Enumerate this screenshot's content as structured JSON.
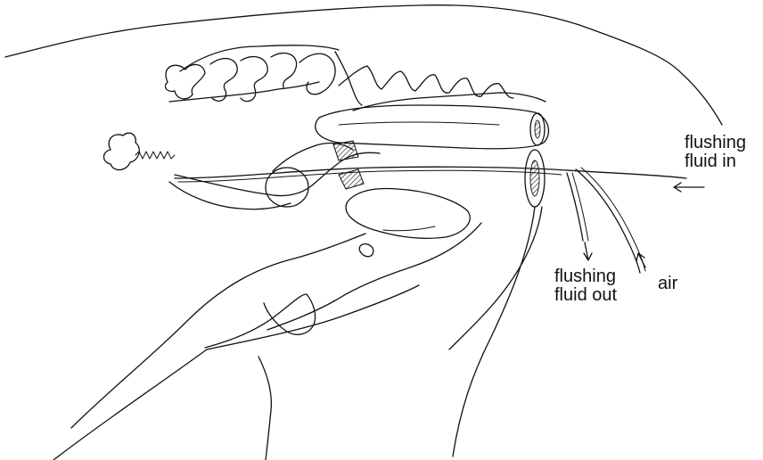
{
  "labels": {
    "fluid_in_line1": "flushing",
    "fluid_in_line2": "fluid in",
    "fluid_out_line1": "flushing",
    "fluid_out_line2": "fluid out",
    "air": "air"
  },
  "colors": {
    "ink": "#111111",
    "background": "#ffffff"
  }
}
